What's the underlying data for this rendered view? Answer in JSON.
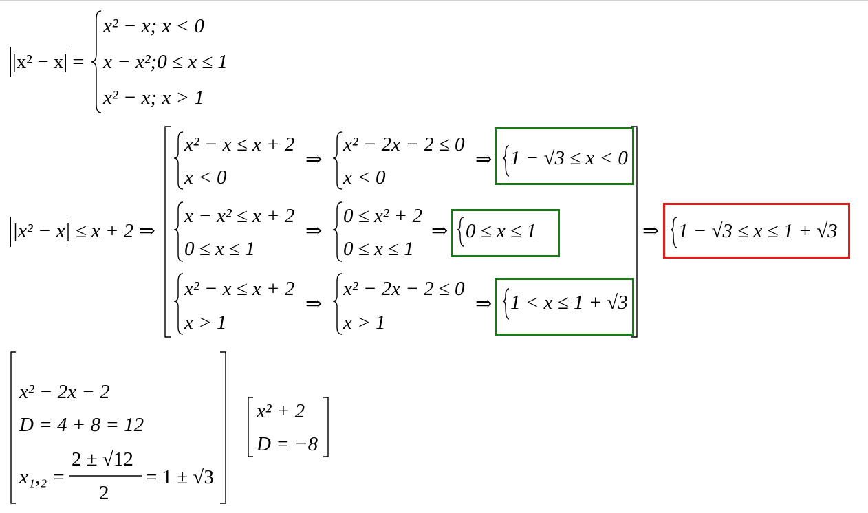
{
  "definition": {
    "lhs": "|x² − x| =",
    "cases": [
      {
        "expr": "x² − x",
        "cond": "x < 0"
      },
      {
        "expr": "x − x²",
        "cond": "0 ≤ x ≤ 1"
      },
      {
        "expr": "x² − x",
        "cond": "x > 1"
      }
    ]
  },
  "inequality": {
    "lhs": "|x² − x| ≤ x + 2",
    "rows": [
      {
        "sys1": [
          "x² − x ≤ x + 2",
          "x < 0"
        ],
        "sys2": [
          "x² − 2x − 2 ≤ 0",
          "x < 0"
        ],
        "result": "1 − √3 ≤ x < 0"
      },
      {
        "sys1": [
          "x − x² ≤ x + 2",
          "0 ≤ x ≤ 1"
        ],
        "sys2": [
          "0 ≤ x² + 2",
          "0 ≤ x ≤ 1"
        ],
        "result": "0 ≤ x ≤ 1"
      },
      {
        "sys1": [
          "x² − x ≤ x + 2",
          "x > 1"
        ],
        "sys2": [
          "x² − 2x − 2 ≤ 0",
          "x > 1"
        ],
        "result": "1 < x ≤ 1 + √3"
      }
    ],
    "final": "1 − √3 ≤ x ≤ 1 + √3"
  },
  "aux": {
    "quad": "x² − 2x − 2",
    "disc": "D = 4 + 8 = 12",
    "roots": {
      "lhs": "x₁,₂ =",
      "num": "2 ± √12",
      "den": "2",
      "rhs": "= 1 ± √3"
    },
    "quad2": "x² + 2",
    "disc2": "D = −8"
  },
  "colors": {
    "ok_box": "#1a7a1a",
    "final_box": "#e21b1b"
  }
}
